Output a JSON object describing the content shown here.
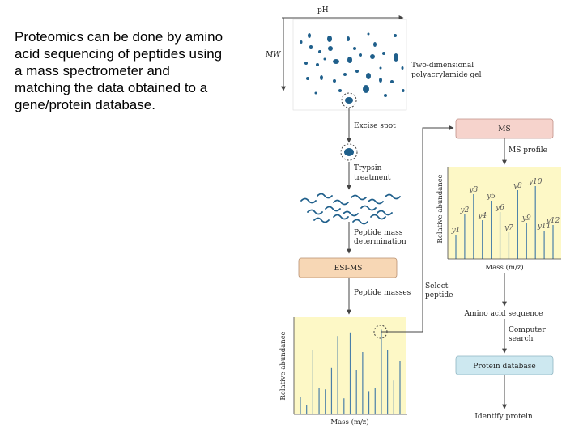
{
  "intro": {
    "line1": "Proteomics can be done by amino",
    "line2": "acid sequencing of peptides using",
    "line3": "a mass spectrometer and",
    "line4": "matching the data obtained to a",
    "line5": "gene/protein database."
  },
  "gel": {
    "ph_label": "pH",
    "mw_label": "MW",
    "gel_label_line1": "Two-dimensional",
    "gel_label_line2": "polyacrylamide gel"
  },
  "steps": {
    "excise": "Excise spot",
    "trypsin_line1": "Trypsin",
    "trypsin_line2": "treatment",
    "peptide_mass_line1": "Peptide mass",
    "peptide_mass_line2": "determination",
    "esi_ms": "ESI-MS",
    "peptide_masses": "Peptide masses",
    "select_peptide_line1": "Select",
    "select_peptide_line2": "peptide",
    "ms": "MS",
    "ms_profile": "MS profile",
    "amino_acid_sequence": "Amino acid sequence",
    "computer_search_line1": "Computer",
    "computer_search_line2": "search",
    "protein_database": "Protein database",
    "identify_protein": "Identify protein"
  },
  "colors": {
    "spot": "#1f5f8b",
    "plot_bg": "#fdf8c6",
    "ms_box": "#f6d3cc",
    "esi_box": "#f7d7b5",
    "db_box": "#cde8f0",
    "line": "#4a7fa8",
    "arrow": "#444444"
  },
  "chart_data": [
    {
      "type": "bar",
      "ylabel": "Relative abundance",
      "xlabel": "Mass (m/z)",
      "values": [
        0.2,
        0.1,
        0.72,
        0.3,
        0.28,
        0.52,
        0.88,
        0.18,
        0.92,
        0.5,
        0.7,
        0.26,
        0.3,
        0.95,
        0.72,
        0.38,
        0.6
      ]
    },
    {
      "type": "bar",
      "ylabel": "Relative abundance",
      "xlabel": "Mass (m/z)",
      "ions": [
        {
          "label": "y1",
          "value": 0.3
        },
        {
          "label": "y2",
          "value": 0.55
        },
        {
          "label": "y3",
          "value": 0.8
        },
        {
          "label": "y4",
          "value": 0.48
        },
        {
          "label": "y5",
          "value": 0.72
        },
        {
          "label": "y6",
          "value": 0.58
        },
        {
          "label": "y7",
          "value": 0.33
        },
        {
          "label": "y8",
          "value": 0.85
        },
        {
          "label": "y9",
          "value": 0.45
        },
        {
          "label": "y10",
          "value": 0.9
        },
        {
          "label": "y11",
          "value": 0.35
        },
        {
          "label": "y12",
          "value": 0.42
        }
      ]
    }
  ]
}
